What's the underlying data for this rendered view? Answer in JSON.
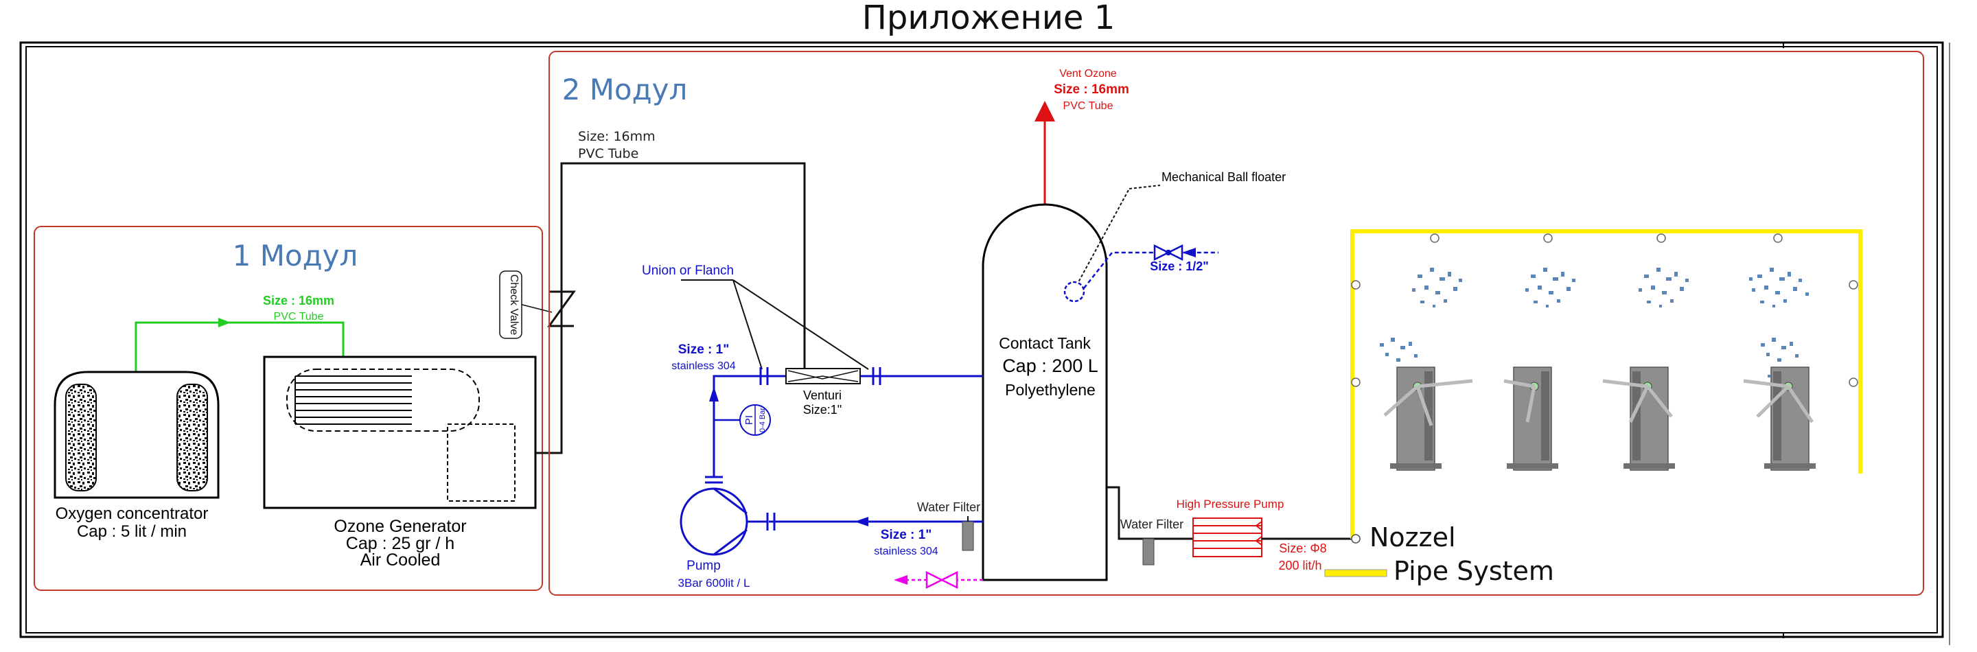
{
  "title": "Приложение 1",
  "module1": {
    "title": "1 Модул",
    "tube_size": "Size : 16mm",
    "tube_type": "PVC Tube",
    "oxygen_label": "Oxygen concentrator",
    "oxygen_cap": "Cap : 5 lit / min",
    "ozone_label": "Ozone Generator",
    "ozone_cap": "Cap : 25 gr / h",
    "ozone_cooling": "Air Cooled"
  },
  "check_valve": "Check Valve",
  "module2": {
    "title": "2 Модул",
    "tube_size": "Size: 16mm",
    "tube_type": "PVC Tube",
    "vent_label": "Vent Ozone",
    "vent_size": "Size : 16mm",
    "vent_tube": "PVC Tube",
    "floater_label": "Mechanical  Ball floater",
    "inlet_size": "Size : 1/2\"",
    "union_label": "Union or Flanch",
    "pipe_size": "Size : 1\"",
    "pipe_material": "stainless 304",
    "venturi_label": "Venturi",
    "venturi_size": "Size:1\"",
    "gauge_label": "PI",
    "gauge_range": "0-4 Bar",
    "pump_label": "Pump",
    "pump_spec": "3Bar 600lit / L",
    "return_size": "Size : 1\"",
    "return_material": "stainless 304",
    "water_filter_1": "Water Filter",
    "water_filter_2": "Water Filter",
    "tank_label": "Contact Tank",
    "tank_cap": "Cap : 200 L",
    "tank_material": "Polyethylene",
    "hp_pump_label": "High Pressure Pump",
    "hp_size": "Size: Φ8",
    "hp_flow": "200 lit/h"
  },
  "legend": {
    "nozzel": "Nozzel",
    "pipe_system": "Pipe System"
  },
  "colors": {
    "frame": "#000000",
    "module_border": "#c0392b",
    "module_title": "#4a7ab5",
    "green_line": "#22cc22",
    "blue_line": "#1010cc",
    "red_text": "#dd1111",
    "magenta": "#ee00ee",
    "yellow_pipe": "#ffee00"
  }
}
